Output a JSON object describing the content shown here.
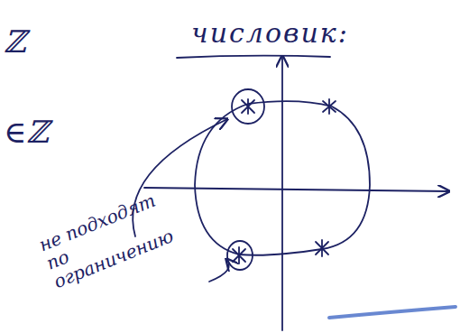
{
  "diagram": {
    "title": "числовик:",
    "labels": [
      "ℤ",
      "∈ℤ",
      "не подходят по ограничению"
    ]
  }
}
